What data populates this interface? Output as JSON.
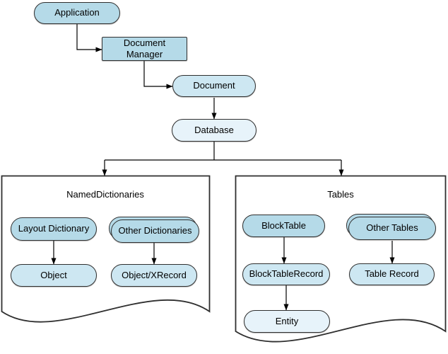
{
  "nodes": {
    "application": "Application",
    "document_manager": "Document Manager",
    "document": "Document",
    "database": "Database",
    "named_dictionaries_container": "NamedDictionaries",
    "tables_container": "Tables",
    "layout_dictionary": "Layout Dictionary",
    "other_dictionaries": "Other Dictionaries",
    "object": "Object",
    "object_xrecord": "Object/XRecord",
    "block_table": "BlockTable",
    "other_tables": "Other Tables",
    "block_table_record": "BlockTableRecord",
    "table_record": "Table Record",
    "entity": "Entity"
  },
  "edges": [
    {
      "from": "Application",
      "to": "Document Manager"
    },
    {
      "from": "Document Manager",
      "to": "Document"
    },
    {
      "from": "Document",
      "to": "Database"
    },
    {
      "from": "Database",
      "to": "NamedDictionaries"
    },
    {
      "from": "Database",
      "to": "Tables"
    },
    {
      "from": "Layout Dictionary",
      "to": "Object"
    },
    {
      "from": "Other Dictionaries",
      "to": "Object/XRecord"
    },
    {
      "from": "BlockTable",
      "to": "BlockTableRecord"
    },
    {
      "from": "Other Tables",
      "to": "Table Record"
    },
    {
      "from": "BlockTableRecord",
      "to": "Entity"
    }
  ],
  "colors": {
    "node_fill_primary": "#b5dae8",
    "node_fill_secondary": "#cde7f2",
    "node_fill_light": "#e7f3fa",
    "stroke": "#2f2f2f",
    "background": "#ffffff"
  }
}
